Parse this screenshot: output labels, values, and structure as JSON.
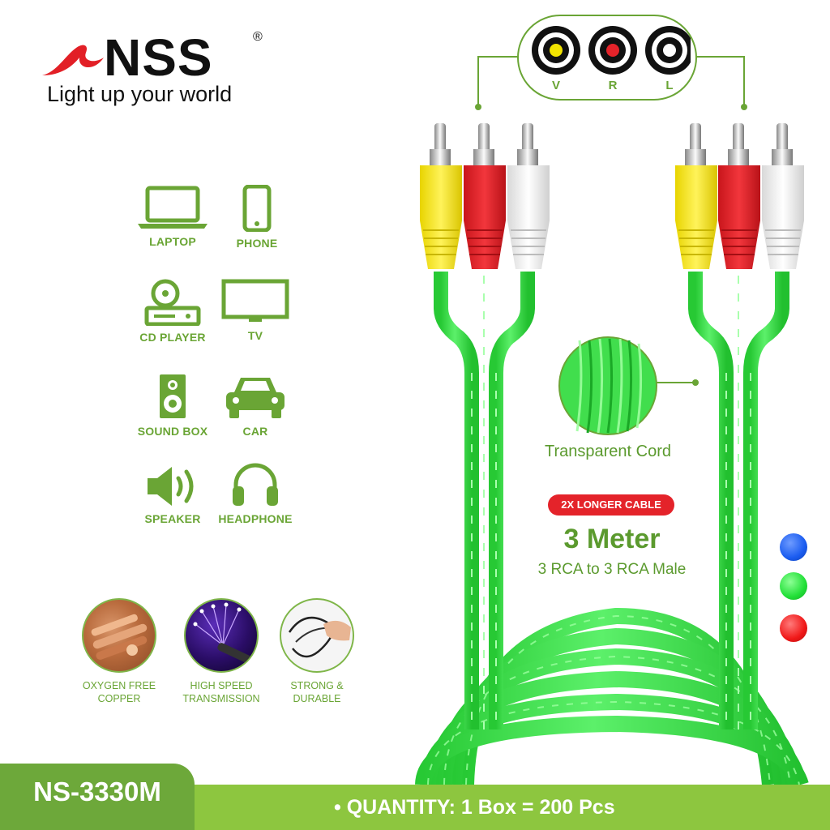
{
  "brand": {
    "name": "NSS",
    "registered": "®",
    "tagline": "Light up your world"
  },
  "devices": [
    {
      "label": "LAPTOP",
      "icon": "laptop-icon"
    },
    {
      "label": "PHONE",
      "icon": "phone-icon"
    },
    {
      "label": "CD PLAYER",
      "icon": "cd-player-icon"
    },
    {
      "label": "TV",
      "icon": "tv-icon"
    },
    {
      "label": "SOUND BOX",
      "icon": "sound-box-icon"
    },
    {
      "label": "CAR",
      "icon": "car-icon"
    },
    {
      "label": "SPEAKER",
      "icon": "speaker-icon"
    },
    {
      "label": "HEADPHONE",
      "icon": "headphone-icon"
    }
  ],
  "features": [
    {
      "line1": "OXYGEN FREE",
      "line2": "COPPER"
    },
    {
      "line1": "HIGH SPEED",
      "line2": "TRANSMISSION"
    },
    {
      "line1": "STRONG &",
      "line2": "DURABLE"
    }
  ],
  "connectors": {
    "labels": [
      "V",
      "R",
      "L"
    ],
    "colors": [
      "#f2e400",
      "#e4232a",
      "#ffffff"
    ]
  },
  "product": {
    "cord_label": "Transparent Cord",
    "badge": "2X LONGER CABLE",
    "length": "3 Meter",
    "description": "3 RCA to 3 RCA Male",
    "model": "NS-3330M",
    "quantity": "• QUANTITY:  1 Box = 200 Pcs"
  },
  "color_options": [
    "#1a5cf0",
    "#22e038",
    "#f01818"
  ],
  "theme": {
    "accent_green": "#6aa535",
    "cable_green": "#39e84a",
    "bar_green": "#8dc63f",
    "badge_red": "#e4232a"
  }
}
